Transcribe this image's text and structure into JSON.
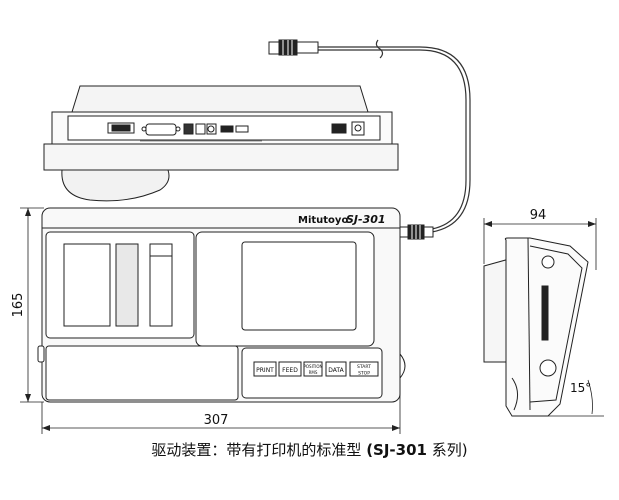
{
  "brand": "Mitutoyo",
  "model_badge": "SJ-301",
  "dimensions": {
    "height": "165",
    "width": "307",
    "depth": "94",
    "tilt_angle": "15°"
  },
  "keypad": {
    "print": "PRINT",
    "feed": "FEED",
    "position_rms_line1": "POSITION",
    "position_rms_line2": "RMS",
    "data": "DATA",
    "start_line1": "START",
    "start_line2": "STOP"
  },
  "caption": {
    "text": "驱动装置：带有打印机的标准型",
    "model": "(SJ-301",
    "suffix": "系列)"
  }
}
